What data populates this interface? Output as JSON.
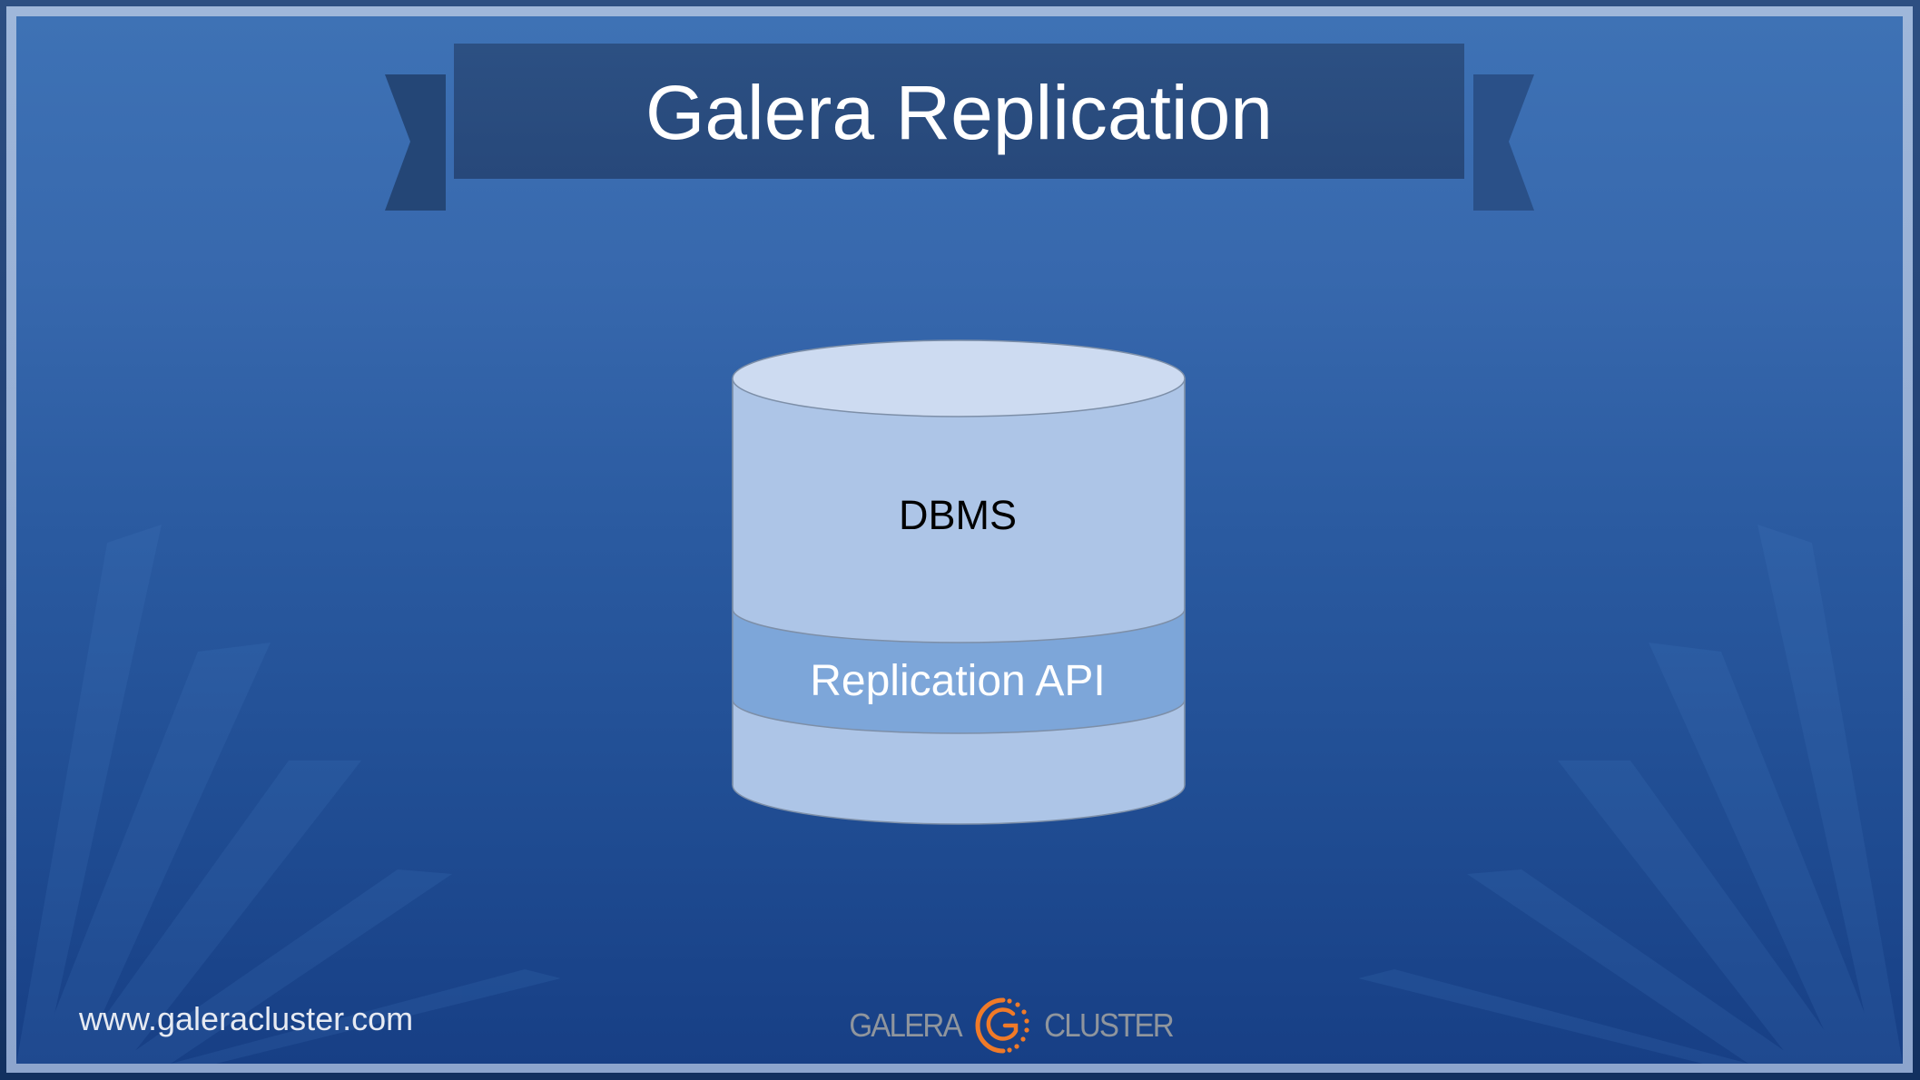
{
  "slide": {
    "title": "Galera Replication",
    "diagram": {
      "type": "database-cylinder",
      "layers": [
        {
          "label": "DBMS",
          "color": "#adc5e7",
          "text_color": "#000000"
        },
        {
          "label": "Replication API",
          "color": "#7da6d9",
          "text_color": "#ffffff"
        }
      ],
      "top_color": "#cddbf1"
    },
    "footer": {
      "url": "www.galeracluster.com",
      "logo": {
        "left_text": "GALERA",
        "right_text": "CLUSTER",
        "icon": "galera-g-icon",
        "icon_color": "#f07a28",
        "text_color": "#8f959d"
      }
    },
    "colors": {
      "background_top": "#3e72b5",
      "background_bottom": "#173f85",
      "banner": "#2a4c7f",
      "frame": "#9fb7da"
    }
  }
}
